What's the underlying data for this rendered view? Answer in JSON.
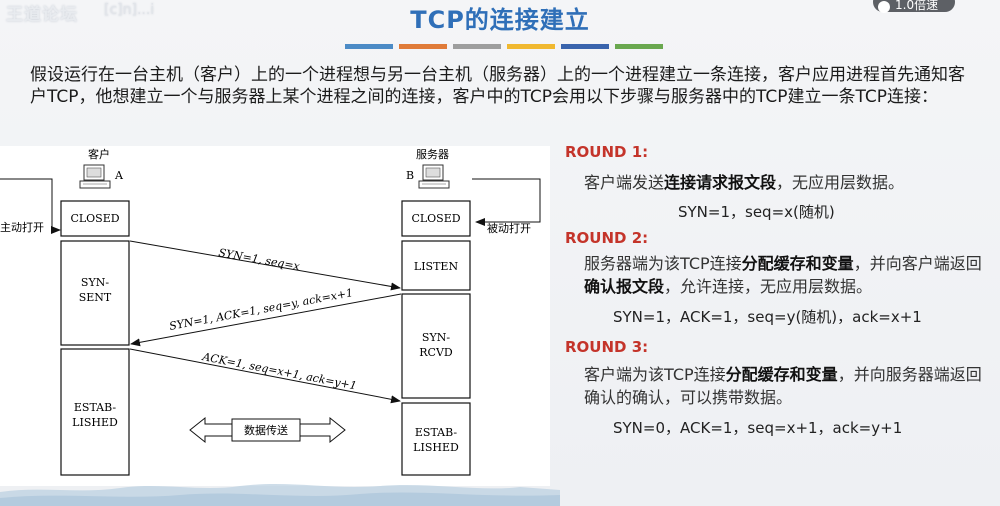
{
  "header": {
    "logo": "王道论坛",
    "logo_sub": "[c]n]...i",
    "title": "TCP的连接建立",
    "speed_label": "1.0倍速"
  },
  "color_bars": [
    "#4c8bc6",
    "#e07b39",
    "#9e9e9e",
    "#f0b830",
    "#3a64ad",
    "#6aa84f"
  ],
  "intro": "假设运行在一台主机（客户）上的一个进程想与另一台主机（服务器）上的一个进程建立一条连接，客户应用进程首先通知客户TCP，他想建立一个与服务器上某个进程之间的连接，客户中的TCP会用以下步骤与服务器中的TCP建立一条TCP连接：",
  "diagram": {
    "client_label": "客户",
    "server_label": "服务器",
    "client_letter": "A",
    "server_letter": "B",
    "active_open": "主动打开",
    "passive_open": "被动打开",
    "client_states": [
      {
        "line1": "CLOSED",
        "line2": ""
      },
      {
        "line1": "SYN-",
        "line2": "SENT"
      },
      {
        "line1": "ESTAB-",
        "line2": "LISHED"
      }
    ],
    "server_states": [
      {
        "line1": "CLOSED",
        "line2": ""
      },
      {
        "line1": "LISTEN",
        "line2": ""
      },
      {
        "line1": "SYN-",
        "line2": "RCVD"
      },
      {
        "line1": "ESTAB-",
        "line2": "LISHED"
      }
    ],
    "messages": [
      "SYN=1, seq=x",
      "SYN=1, ACK=1, seq=y, ack=x+1",
      "ACK=1, seq=x+1, ack=y+1"
    ],
    "data_transfer": "数据传送"
  },
  "rounds": [
    {
      "head": "ROUND 1:",
      "parts": [
        {
          "t": "客户端发送",
          "b": false
        },
        {
          "t": "连接请求报文段",
          "b": true
        },
        {
          "t": "，无应用层数据。",
          "b": false
        }
      ],
      "params": "SYN=1，seq=x(随机)"
    },
    {
      "head": "ROUND 2:",
      "parts": [
        {
          "t": "服务器端为该TCP连接",
          "b": false
        },
        {
          "t": "分配缓存和变量",
          "b": true
        },
        {
          "t": "，并向客户端返回",
          "b": false
        },
        {
          "t": "确认报文段",
          "b": true
        },
        {
          "t": "，允许连接，无应用层数据。",
          "b": false
        }
      ],
      "params": "SYN=1，ACK=1，seq=y(随机)，ack=x+1"
    },
    {
      "head": "ROUND 3:",
      "parts": [
        {
          "t": "客户端为该TCP连接",
          "b": false
        },
        {
          "t": "分配缓存和变量",
          "b": true
        },
        {
          "t": "，并向服务器端返回确认的确认，可以携带数据。",
          "b": false
        }
      ],
      "params": "SYN=0，ACK=1，seq=x+1，ack=y+1"
    }
  ]
}
